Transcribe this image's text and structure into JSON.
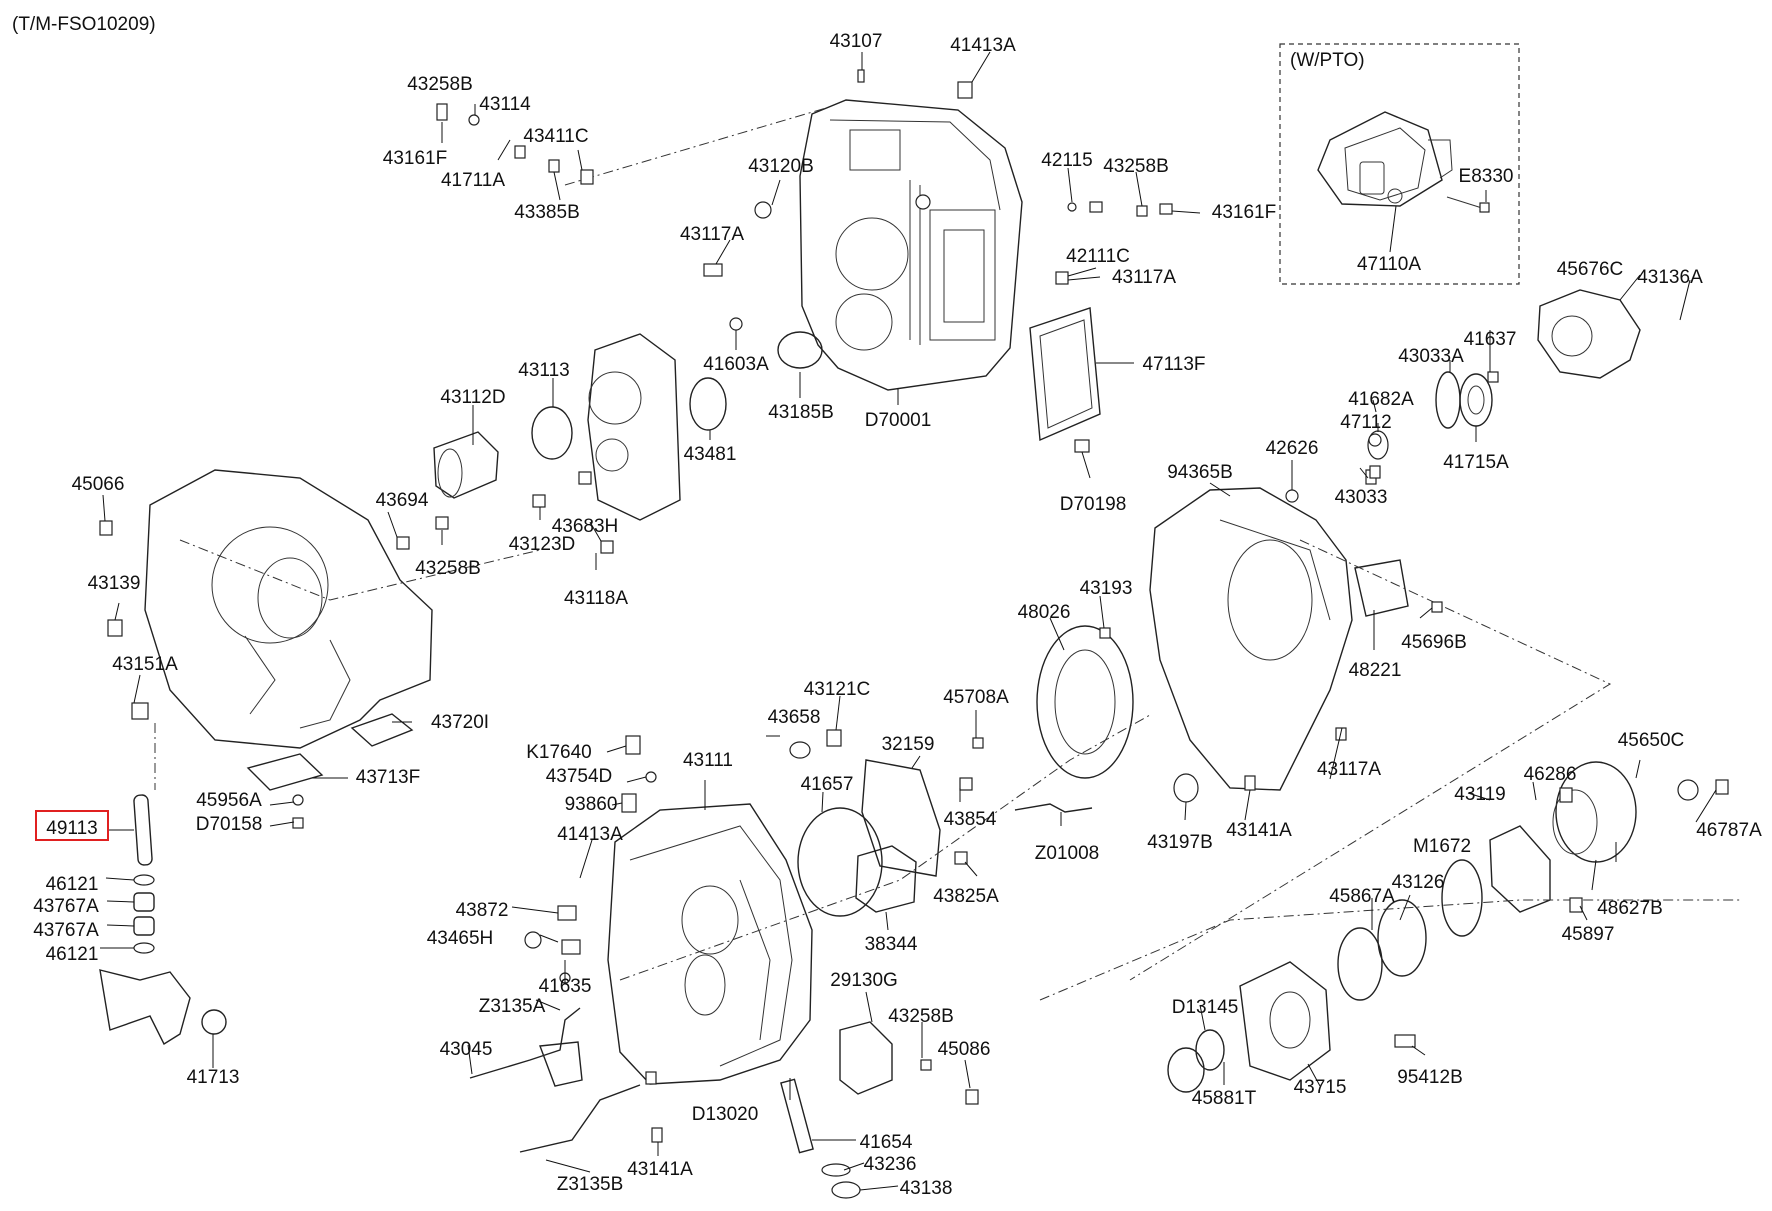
{
  "diagram_code": "(T/M-FSO10209)",
  "pto_group_label": "(W/PTO)",
  "highlight_color": "#e02020",
  "labels": [
    {
      "id": "43258B_a",
      "text": "43258B"
    },
    {
      "id": "43114",
      "text": "43114"
    },
    {
      "id": "43411C",
      "text": "43411C"
    },
    {
      "id": "43161F_a",
      "text": "43161F"
    },
    {
      "id": "41711A",
      "text": "41711A"
    },
    {
      "id": "43385B",
      "text": "43385B"
    },
    {
      "id": "43107",
      "text": "43107"
    },
    {
      "id": "41413A_a",
      "text": "41413A"
    },
    {
      "id": "43120B",
      "text": "43120B"
    },
    {
      "id": "43117A_a",
      "text": "43117A"
    },
    {
      "id": "42115",
      "text": "42115"
    },
    {
      "id": "43258B_b",
      "text": "43258B"
    },
    {
      "id": "43161F_b",
      "text": "43161F"
    },
    {
      "id": "42111C",
      "text": "42111C"
    },
    {
      "id": "43117A_b",
      "text": "43117A"
    },
    {
      "id": "E8330",
      "text": "E8330"
    },
    {
      "id": "47110A",
      "text": "47110A"
    },
    {
      "id": "45676C",
      "text": "45676C"
    },
    {
      "id": "43136A",
      "text": "43136A"
    },
    {
      "id": "41603A",
      "text": "41603A"
    },
    {
      "id": "43185B",
      "text": "43185B"
    },
    {
      "id": "D70001",
      "text": "D70001"
    },
    {
      "id": "47113F",
      "text": "47113F"
    },
    {
      "id": "41637",
      "text": "41637"
    },
    {
      "id": "43033A",
      "text": "43033A"
    },
    {
      "id": "41682A",
      "text": "41682A"
    },
    {
      "id": "47112",
      "text": "47112"
    },
    {
      "id": "41715A",
      "text": "41715A"
    },
    {
      "id": "42626",
      "text": "42626"
    },
    {
      "id": "43033",
      "text": "43033"
    },
    {
      "id": "43113",
      "text": "43113"
    },
    {
      "id": "43112D",
      "text": "43112D"
    },
    {
      "id": "43481",
      "text": "43481"
    },
    {
      "id": "D70198",
      "text": "D70198"
    },
    {
      "id": "94365B",
      "text": "94365B"
    },
    {
      "id": "45066",
      "text": "45066"
    },
    {
      "id": "43694",
      "text": "43694"
    },
    {
      "id": "43683H",
      "text": "43683H"
    },
    {
      "id": "43258B_c",
      "text": "43258B"
    },
    {
      "id": "43123D",
      "text": "43123D"
    },
    {
      "id": "43139",
      "text": "43139"
    },
    {
      "id": "43118A",
      "text": "43118A"
    },
    {
      "id": "43193",
      "text": "43193"
    },
    {
      "id": "48026",
      "text": "48026"
    },
    {
      "id": "45696B",
      "text": "45696B"
    },
    {
      "id": "43151A",
      "text": "43151A"
    },
    {
      "id": "48221",
      "text": "48221"
    },
    {
      "id": "43121C",
      "text": "43121C"
    },
    {
      "id": "45708A",
      "text": "45708A"
    },
    {
      "id": "43720I",
      "text": "43720I"
    },
    {
      "id": "43658",
      "text": "43658"
    },
    {
      "id": "32159",
      "text": "32159"
    },
    {
      "id": "K17640",
      "text": "K17640"
    },
    {
      "id": "43111",
      "text": "43111"
    },
    {
      "id": "43117A_c",
      "text": "43117A"
    },
    {
      "id": "45650C",
      "text": "45650C"
    },
    {
      "id": "43713F",
      "text": "43713F"
    },
    {
      "id": "43754D",
      "text": "43754D"
    },
    {
      "id": "41657",
      "text": "41657"
    },
    {
      "id": "46286",
      "text": "46286"
    },
    {
      "id": "45956A",
      "text": "45956A"
    },
    {
      "id": "43119",
      "text": "43119"
    },
    {
      "id": "D70158",
      "text": "D70158"
    },
    {
      "id": "93860",
      "text": "93860"
    },
    {
      "id": "43854",
      "text": "43854"
    },
    {
      "id": "Z01008",
      "text": "Z01008"
    },
    {
      "id": "43197B",
      "text": "43197B"
    },
    {
      "id": "43141A_a",
      "text": "43141A"
    },
    {
      "id": "M1672",
      "text": "M1672"
    },
    {
      "id": "46787A",
      "text": "46787A"
    },
    {
      "id": "49113",
      "text": "49113",
      "highlighted": true
    },
    {
      "id": "41413A_b",
      "text": "41413A"
    },
    {
      "id": "46121_a",
      "text": "46121"
    },
    {
      "id": "43126",
      "text": "43126"
    },
    {
      "id": "45867A",
      "text": "45867A"
    },
    {
      "id": "43825A",
      "text": "43825A"
    },
    {
      "id": "48627B",
      "text": "48627B"
    },
    {
      "id": "43767A_a",
      "text": "43767A"
    },
    {
      "id": "43872",
      "text": "43872"
    },
    {
      "id": "43767A_b",
      "text": "43767A"
    },
    {
      "id": "43465H",
      "text": "43465H"
    },
    {
      "id": "45897",
      "text": "45897"
    },
    {
      "id": "38344",
      "text": "38344"
    },
    {
      "id": "46121_b",
      "text": "46121"
    },
    {
      "id": "41635",
      "text": "41635"
    },
    {
      "id": "29130G",
      "text": "29130G"
    },
    {
      "id": "Z3135A",
      "text": "Z3135A"
    },
    {
      "id": "D13145",
      "text": "D13145"
    },
    {
      "id": "43258B_d",
      "text": "43258B"
    },
    {
      "id": "41713",
      "text": "41713"
    },
    {
      "id": "43045",
      "text": "43045"
    },
    {
      "id": "45086",
      "text": "45086"
    },
    {
      "id": "95412B",
      "text": "95412B"
    },
    {
      "id": "45881T",
      "text": "45881T"
    },
    {
      "id": "43715",
      "text": "43715"
    },
    {
      "id": "D13020",
      "text": "D13020"
    },
    {
      "id": "41654",
      "text": "41654"
    },
    {
      "id": "43141A_b",
      "text": "43141A"
    },
    {
      "id": "43236",
      "text": "43236"
    },
    {
      "id": "Z3135B",
      "text": "Z3135B"
    },
    {
      "id": "43138",
      "text": "43138"
    }
  ]
}
